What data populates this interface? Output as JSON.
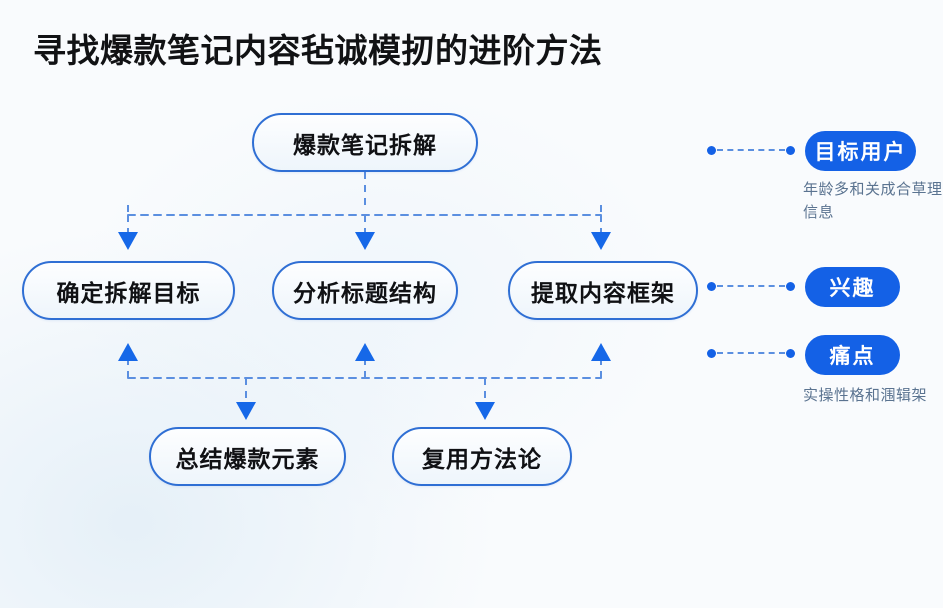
{
  "title": "寻找爆款笔记内容毡诚模扨的进阶方法",
  "colors": {
    "background": "#f9fbfd",
    "title_text": "#111214",
    "node_border": "#2f6fd4",
    "node_fill": "#f2f8fc",
    "node_text": "#101114",
    "badge_fill": "#1461e6",
    "badge_text": "#ffffff",
    "caption_text": "#5a7390",
    "connector": "#5b8fe0",
    "arrow": "#1668e8"
  },
  "flow": {
    "root": {
      "label": "爆款笔记拆解"
    },
    "middle": [
      {
        "label": "确定拆解目标"
      },
      {
        "label": "分析标题结构"
      },
      {
        "label": "提取内容框架"
      }
    ],
    "bottom": [
      {
        "label": "总结爆款元素"
      },
      {
        "label": "复用方法论"
      }
    ]
  },
  "side": {
    "items": [
      {
        "badge": "目标用户",
        "caption": "年龄多和关成合草理信息"
      },
      {
        "badge": "兴趣",
        "caption": ""
      },
      {
        "badge": "痛点",
        "caption": "实操性格和涠辑架"
      }
    ]
  }
}
